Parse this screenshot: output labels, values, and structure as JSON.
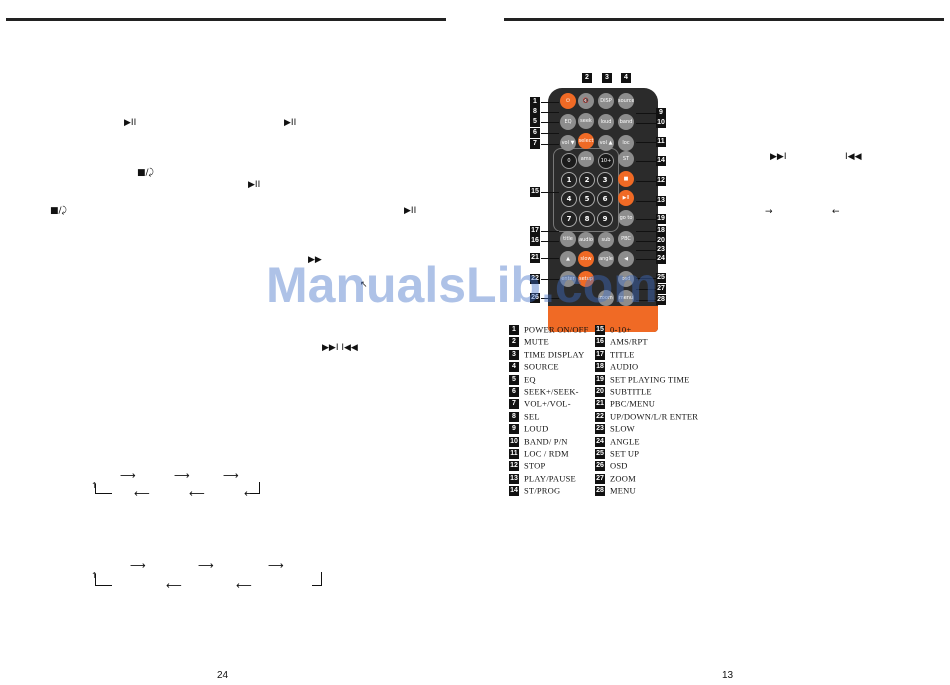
{
  "left_page": {
    "page_number": "24",
    "glyphs": [
      {
        "name": "play-pause-icon-1",
        "text": "▶II"
      },
      {
        "name": "play-pause-icon-2",
        "text": "▶II"
      },
      {
        "name": "stop-return-icon-1",
        "text": "■/⤸"
      },
      {
        "name": "play-pause-icon-3",
        "text": "▶II"
      },
      {
        "name": "stop-return-icon-2",
        "text": "■/⤸"
      },
      {
        "name": "play-pause-icon-4",
        "text": "▶II"
      },
      {
        "name": "fast-forward-icon",
        "text": "▶▶"
      },
      {
        "name": "return-arrow-icon",
        "text": "↖"
      },
      {
        "name": "next-prev-icons",
        "text": "▶▶I  I◀◀"
      }
    ]
  },
  "right_page": {
    "page_number": "13",
    "glyphs": [
      {
        "name": "next-track-icon",
        "text": "▶▶I"
      },
      {
        "name": "prev-track-icon",
        "text": "I◀◀"
      },
      {
        "name": "right-arrow-icon",
        "text": "→"
      },
      {
        "name": "left-arrow-icon",
        "text": "←"
      }
    ],
    "remote_buttons": [
      {
        "name": "power-button",
        "label": "⏻"
      },
      {
        "name": "mute-button",
        "label": "🔇"
      },
      {
        "name": "disp-button",
        "label": "DISP"
      },
      {
        "name": "source-button",
        "label": "source"
      },
      {
        "name": "eq-button",
        "label": "EQ"
      },
      {
        "name": "seek-button",
        "label": "seek"
      },
      {
        "name": "loud-button",
        "label": "loud"
      },
      {
        "name": "band-button",
        "label": "band P/N"
      },
      {
        "name": "vol-down-button",
        "label": "vol ▼"
      },
      {
        "name": "select-button",
        "label": "select"
      },
      {
        "name": "vol-up-button",
        "label": "vol ▲"
      },
      {
        "name": "loc-rdm-button",
        "label": "loc rdm"
      },
      {
        "name": "zero-button",
        "label": "0"
      },
      {
        "name": "ams-rpt-button",
        "label": "ams rpt"
      },
      {
        "name": "ten-plus-button",
        "label": "10+"
      },
      {
        "name": "st-prog-button",
        "label": "ST PROG"
      },
      {
        "name": "num1-button",
        "label": "1"
      },
      {
        "name": "num2-button",
        "label": "2"
      },
      {
        "name": "num3-button",
        "label": "3"
      },
      {
        "name": "stop-button",
        "label": "■"
      },
      {
        "name": "num4-button",
        "label": "4"
      },
      {
        "name": "num5-button",
        "label": "5"
      },
      {
        "name": "num6-button",
        "label": "6"
      },
      {
        "name": "play-pause-button",
        "label": "▶II"
      },
      {
        "name": "num7-button",
        "label": "7"
      },
      {
        "name": "num8-button",
        "label": "8"
      },
      {
        "name": "num9-button",
        "label": "9"
      },
      {
        "name": "goto-button",
        "label": "go to"
      },
      {
        "name": "title-button",
        "label": "title"
      },
      {
        "name": "audio-button",
        "label": "audio"
      },
      {
        "name": "subtitle-button",
        "label": "sub title"
      },
      {
        "name": "pbc-button",
        "label": "PBC"
      },
      {
        "name": "up-button",
        "label": "▲"
      },
      {
        "name": "slow-button",
        "label": "slow"
      },
      {
        "name": "angle-button",
        "label": "angle"
      },
      {
        "name": "left-button",
        "label": "◀"
      },
      {
        "name": "enter-button",
        "label": "enter"
      },
      {
        "name": "setup-button",
        "label": "setup"
      },
      {
        "name": "osd-button",
        "label": "osd"
      },
      {
        "name": "zoom-button",
        "label": "zoom"
      },
      {
        "name": "menu-button",
        "label": "menu"
      }
    ],
    "callouts": [
      "1",
      "2",
      "3",
      "4",
      "5",
      "6",
      "7",
      "8",
      "9",
      "10",
      "11",
      "12",
      "13",
      "14",
      "15",
      "16",
      "17",
      "18",
      "19",
      "20",
      "21",
      "22",
      "23",
      "24",
      "25",
      "26",
      "27",
      "28"
    ],
    "legend_left": [
      {
        "n": "1",
        "text": "POWER ON/OFF"
      },
      {
        "n": "2",
        "text": "MUTE"
      },
      {
        "n": "3",
        "text": "TIME DISPLAY"
      },
      {
        "n": "4",
        "text": "SOURCE"
      },
      {
        "n": "5",
        "text": "EQ"
      },
      {
        "n": "6",
        "text": "SEEK+/SEEK-"
      },
      {
        "n": "7",
        "text": "VOL+/VOL-"
      },
      {
        "n": "8",
        "text": "SEL"
      },
      {
        "n": "9",
        "text": "LOUD"
      },
      {
        "n": "10",
        "text": "BAND/ P/N"
      },
      {
        "n": "11",
        "text": "LOC / RDM"
      },
      {
        "n": "12",
        "text": "STOP"
      },
      {
        "n": "13",
        "text": "PLAY/PAUSE"
      },
      {
        "n": "14",
        "text": "ST/PROG"
      }
    ],
    "legend_right": [
      {
        "n": "15",
        "text": "0-10+"
      },
      {
        "n": "16",
        "text": "AMS/RPT"
      },
      {
        "n": "17",
        "text": "TITLE"
      },
      {
        "n": "18",
        "text": "AUDIO"
      },
      {
        "n": "19",
        "text": "SET PLAYING TIME"
      },
      {
        "n": "20",
        "text": "SUBTITLE"
      },
      {
        "n": "21",
        "text": "PBC/MENU"
      },
      {
        "n": "22",
        "text": "UP/DOWN/L/R ENTER"
      },
      {
        "n": "23",
        "text": "SLOW"
      },
      {
        "n": "24",
        "text": "ANGLE"
      },
      {
        "n": "25",
        "text": "SET UP"
      },
      {
        "n": "26",
        "text": "OSD"
      },
      {
        "n": "27",
        "text": "ZOOM"
      },
      {
        "n": "28",
        "text": "MENU"
      }
    ]
  },
  "watermark": "ManualsLib.com"
}
